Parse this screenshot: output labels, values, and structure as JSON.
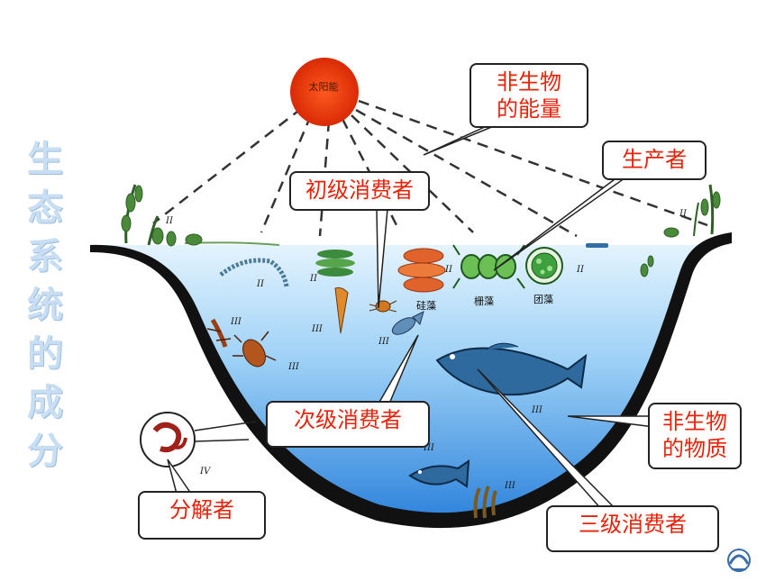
{
  "title_vertical": [
    "生",
    "态",
    "系",
    "统",
    "的",
    "成",
    "分"
  ],
  "sun": {
    "label": "太阳能"
  },
  "callouts": {
    "abiotic_energy": "非生物\n的能量",
    "producer": "生产者",
    "primary_consumer": "初级消费者",
    "secondary_consumer": "次级消费者",
    "abiotic_matter": "非生物\n的物质",
    "decomposer": "分解者",
    "tertiary_consumer": "三级消费者"
  },
  "small_labels": {
    "diatom": "硅藻",
    "fence_algae": "栅藻",
    "ball_algae": "团藻",
    "ii_left": "II",
    "ii_right": "II",
    "ii_a": "II",
    "ii_b": "II",
    "ii_c": "II",
    "ii_d": "II",
    "iii_a": "III",
    "iii_b": "III",
    "iii_c": "III",
    "iii_d": "III",
    "iii_e": "III",
    "iii_f": "III",
    "iii_g": "III",
    "iv": "IV"
  },
  "colors": {
    "water_top": "#e6f4fd",
    "water_bottom": "#3a8ee0",
    "sun": "#ee3b10",
    "callout_text": "#e8230a",
    "title": "#c8def2"
  }
}
